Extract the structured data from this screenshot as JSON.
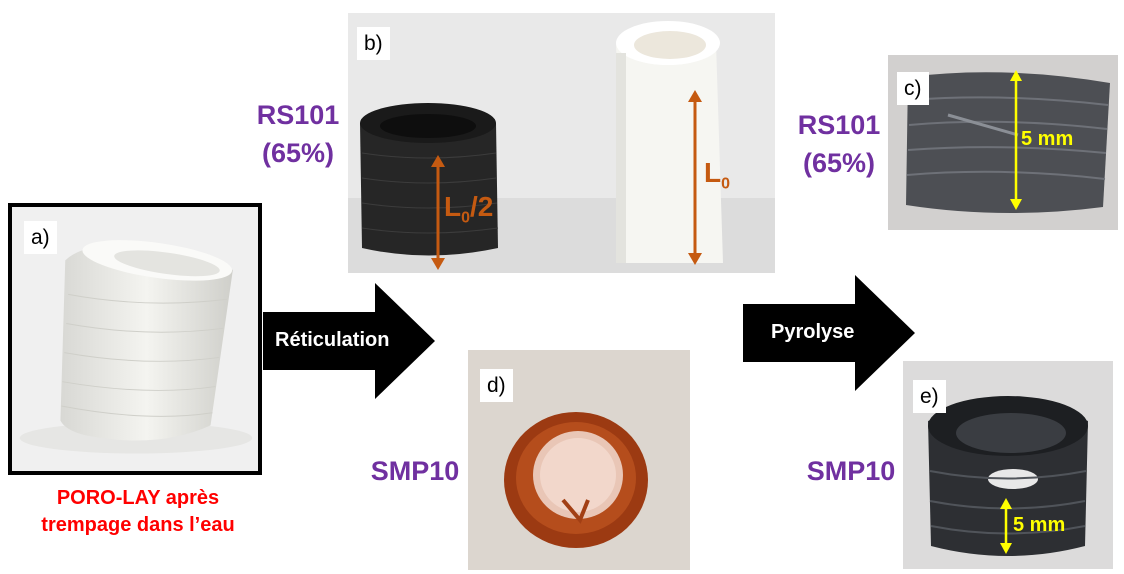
{
  "panels": {
    "a": {
      "tag": "a)",
      "caption_line1": "PORO-LAY après",
      "caption_line2": "trempage dans l’eau"
    },
    "b": {
      "tag": "b)",
      "dim_left_main": "L",
      "dim_left_sub": "0",
      "dim_left_suffix": "/2",
      "dim_right_main": "L",
      "dim_right_sub": "0"
    },
    "c": {
      "tag": "c)",
      "dim": "5 mm"
    },
    "d": {
      "tag": "d)"
    },
    "e": {
      "tag": "e)",
      "dim": "5 mm"
    }
  },
  "labels": {
    "rs101_left_line1": "RS101",
    "rs101_left_line2": "(65%)",
    "rs101_right_line1": "RS101",
    "rs101_right_line2": "(65%)",
    "smp10_left": "SMP10",
    "smp10_right": "SMP10"
  },
  "arrows": {
    "reticulation": "Réticulation",
    "pyrolyse": "Pyrolyse"
  },
  "colors": {
    "label_purple": "#7030a0",
    "caption_red": "#ff0000",
    "dimension_orange": "#c55a11",
    "dimension_yellow": "#ffff00",
    "arrow_black": "#000000"
  },
  "icons": [
    "double-headed-arrow-icon",
    "right-arrow-icon"
  ]
}
